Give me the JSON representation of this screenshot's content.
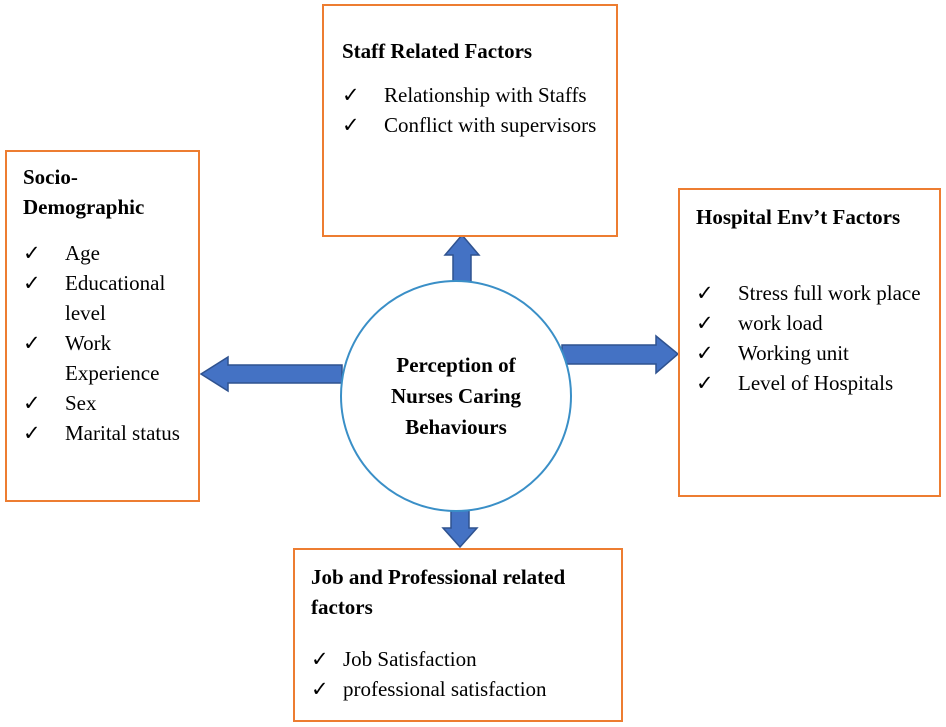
{
  "center": {
    "label": "Perception of Nurses Caring Behaviours"
  },
  "staff": {
    "title": "Staff Related Factors",
    "items": [
      "Relationship with Staffs",
      "Conflict with supervisors"
    ]
  },
  "socio": {
    "title": "Socio-Demographic",
    "items": [
      "Age",
      "Educational level",
      "Work Experience",
      "Sex",
      "Marital status"
    ]
  },
  "hospital": {
    "title": "Hospital Env’t Factors",
    "items": [
      "Stress full work place",
      "work load",
      "Working unit",
      "Level of Hospitals"
    ]
  },
  "job": {
    "title": "Job and Professional related factors",
    "items": [
      "Job Satisfaction",
      "professional satisfaction"
    ]
  },
  "check_mark": "✓",
  "colors": {
    "box_border": "#ED7D31",
    "circle_border": "#3A8FC7",
    "arrow_fill": "#4472C4",
    "arrow_stroke": "#2F528F"
  }
}
